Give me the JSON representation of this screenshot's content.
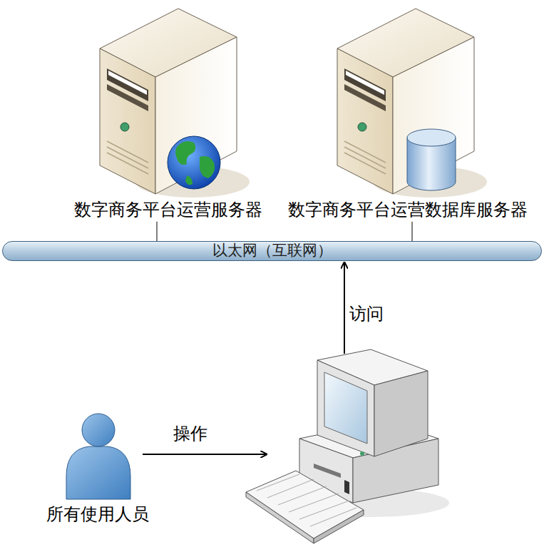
{
  "diagram": {
    "nodes": [
      {
        "text": [
          "数字商务平台运营服务器"
        ]
      },
      {
        "text": [
          "数字商务平台运营数据库服务器"
        ]
      },
      {
        "text": [
          "以太网（互联网）"
        ]
      },
      {
        "text": [
          "所有使用人员"
        ]
      }
    ],
    "edges": [
      {
        "from": 0,
        "to": 2,
        "arrow": "none"
      },
      {
        "from": 1,
        "to": 2,
        "arrow": "none"
      }
    ],
    "labels": [
      "访问",
      "操作"
    ]
  }
}
